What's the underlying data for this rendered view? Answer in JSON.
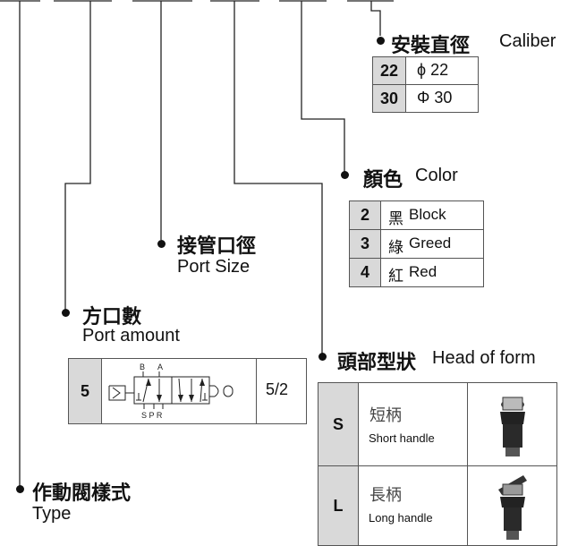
{
  "caliber": {
    "title_zh": "安裝直徑",
    "title_en": "Caliber",
    "options": [
      {
        "code": "22",
        "value": "ϕ 22"
      },
      {
        "code": "30",
        "value": "Φ 30"
      }
    ]
  },
  "color": {
    "title_zh": "顏色",
    "title_en": "Color",
    "options": [
      {
        "code": "2",
        "zh": "黑",
        "en": "Block"
      },
      {
        "code": "3",
        "zh": "綠",
        "en": "Greed"
      },
      {
        "code": "4",
        "zh": "紅",
        "en": "Red"
      }
    ]
  },
  "port_size": {
    "title_zh": "接管口徑",
    "title_en": "Port Size"
  },
  "port_amount": {
    "title_zh": "方口數",
    "title_en": "Port amount",
    "code": "5",
    "ratio": "5/2",
    "symbol_labels": {
      "b": "B",
      "a": "A",
      "bottom": "S P R",
      "t_left": "T",
      "t_right": "T"
    }
  },
  "head_form": {
    "title_zh": "頭部型狀",
    "title_en": "Head of form",
    "options": [
      {
        "code": "S",
        "zh": "短柄",
        "en": "Short handle"
      },
      {
        "code": "L",
        "zh": "長柄",
        "en": "Long handle"
      }
    ]
  },
  "type": {
    "title_zh": "作動閥樣式",
    "title_en": "Type"
  }
}
